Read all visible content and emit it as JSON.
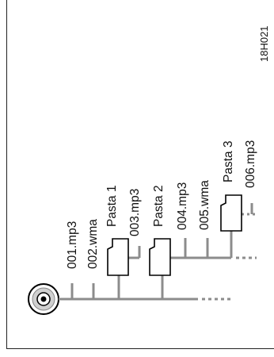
{
  "figure_code": "18H021",
  "tree": {
    "files": [
      "001.mp3",
      "002.wma",
      "003.mp3",
      "004.mp3",
      "005.wma",
      "006.mp3"
    ],
    "folders": [
      "Pasta 1",
      "Pasta 2",
      "Pasta 3"
    ]
  },
  "colors": {
    "line": "#8c8c8c",
    "outline": "#000000"
  }
}
